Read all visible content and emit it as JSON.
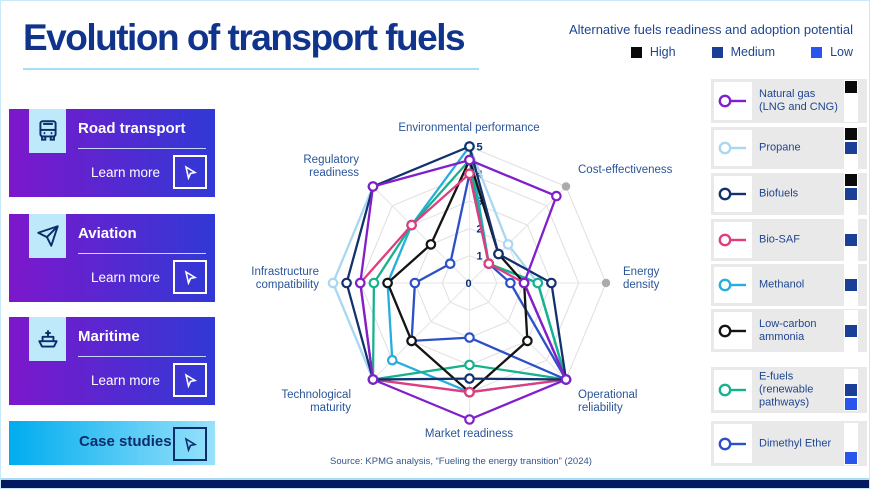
{
  "header": {
    "title": "Evolution of transport fuels"
  },
  "readiness": {
    "title": "Alternative fuels readiness and adoption potential",
    "levels": [
      {
        "label": "High",
        "color": "#0A0A0A"
      },
      {
        "label": "Medium",
        "color": "#1B3E97"
      },
      {
        "label": "Low",
        "color": "#2A55EC"
      }
    ]
  },
  "sidebar": {
    "buttons": [
      {
        "label": "Road transport",
        "cta": "Learn more",
        "icon": "bus-icon"
      },
      {
        "label": "Aviation",
        "cta": "Learn more",
        "icon": "plane-icon"
      },
      {
        "label": "Maritime",
        "cta": "Learn more",
        "icon": "ship-icon"
      }
    ],
    "case_studies_label": "Case studies"
  },
  "chart_data": {
    "type": "radar",
    "title": "Alternative fuels readiness and adoption potential",
    "axes": [
      "Environmental performance",
      "Cost-effectiveness",
      "Energy density",
      "Operational reliability",
      "Market readiness",
      "Technological maturity",
      "Infrastructure compatibility",
      "Regulatory readiness"
    ],
    "scale": {
      "min": 0,
      "max": 5,
      "ticks": [
        0,
        1,
        2,
        3,
        4,
        5
      ]
    },
    "grid": "octagonal-web",
    "gray_endpoint_axes": [
      "Cost-effectiveness",
      "Energy density"
    ],
    "series": [
      {
        "name": "Natural gas (LNG and CNG)",
        "color": "#801FCB",
        "values": [
          4.5,
          4.5,
          2,
          5,
          5,
          5,
          4,
          5
        ]
      },
      {
        "name": "Propane",
        "color": "#A9D7F2",
        "values": [
          5,
          2,
          2.5,
          5,
          4,
          5,
          5,
          5
        ]
      },
      {
        "name": "Biofuels",
        "color": "#12316D",
        "values": [
          5,
          1.5,
          3,
          5,
          3.5,
          5,
          4.5,
          5
        ]
      },
      {
        "name": "Bio-SAF",
        "color": "#E13C7F",
        "values": [
          4,
          1,
          2,
          5,
          4,
          5,
          4,
          3
        ]
      },
      {
        "name": "Methanol",
        "color": "#27AEDC",
        "values": [
          5,
          1,
          2.5,
          5,
          4,
          4,
          3,
          3
        ]
      },
      {
        "name": "Low-carbon ammonia",
        "color": "#141414",
        "values": [
          4.5,
          1.5,
          2,
          3,
          4,
          3,
          3,
          2
        ]
      },
      {
        "name": "E-fuels (renewable pathways)",
        "color": "#16B28E",
        "values": [
          4.5,
          1,
          2.5,
          5,
          3,
          5,
          3.5,
          3
        ]
      },
      {
        "name": "Dimethyl Ether",
        "color": "#2B50C8",
        "values": [
          4,
          1,
          1.5,
          5,
          2,
          3,
          2,
          1
        ]
      }
    ],
    "source": "Source: KPMG analysis, “Fueling the energy transition” (2024)"
  },
  "fuels": {
    "rows": [
      {
        "name": "Natural gas (LNG and CNG)",
        "color": "#801FCB",
        "readiness": {
          "high": true,
          "medium": false,
          "low": false
        }
      },
      {
        "name": "Propane",
        "color": "#A9D7F2",
        "readiness": {
          "high": true,
          "medium": true,
          "low": false
        }
      },
      {
        "name": "Biofuels",
        "color": "#12316D",
        "readiness": {
          "high": true,
          "medium": true,
          "low": false
        }
      },
      {
        "name": "Bio-SAF",
        "color": "#E13C7F",
        "readiness": {
          "high": false,
          "medium": true,
          "low": false
        }
      },
      {
        "name": "Methanol",
        "color": "#27AEDC",
        "readiness": {
          "high": false,
          "medium": true,
          "low": false
        }
      },
      {
        "name": "Low-carbon ammonia",
        "color": "#141414",
        "readiness": {
          "high": false,
          "medium": true,
          "low": false
        }
      },
      {
        "name": "E-fuels (renewable pathways)",
        "color": "#16B28E",
        "readiness": {
          "high": false,
          "medium": true,
          "low": true
        }
      },
      {
        "name": "Dimethyl Ether",
        "color": "#2B50C8",
        "readiness": {
          "high": false,
          "medium": false,
          "low": true
        }
      }
    ]
  }
}
